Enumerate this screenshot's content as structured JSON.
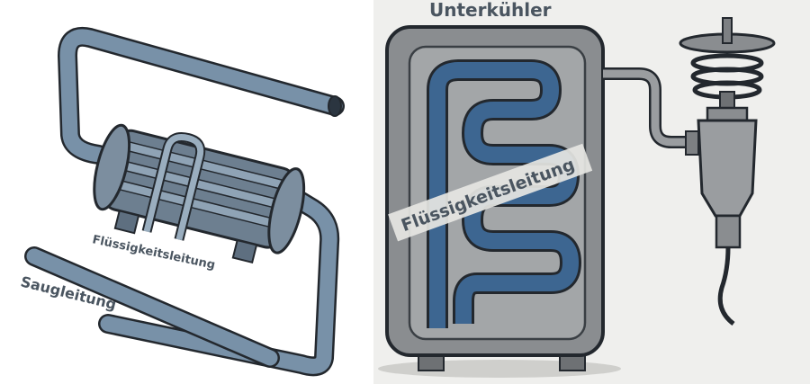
{
  "left_panel": {
    "liquid_line_label": "Flüssigkeitsleitung",
    "suction_line_label": "Saugleitung"
  },
  "right_panel": {
    "title": "Unterkühler",
    "liquid_line_label": "Flüssigkeitsleitung"
  },
  "colors": {
    "pipe": "#6f8aa3",
    "coil": "#3d6691",
    "housing": "#8a8d90",
    "background_right": "#efefed",
    "outline": "#23282e"
  }
}
